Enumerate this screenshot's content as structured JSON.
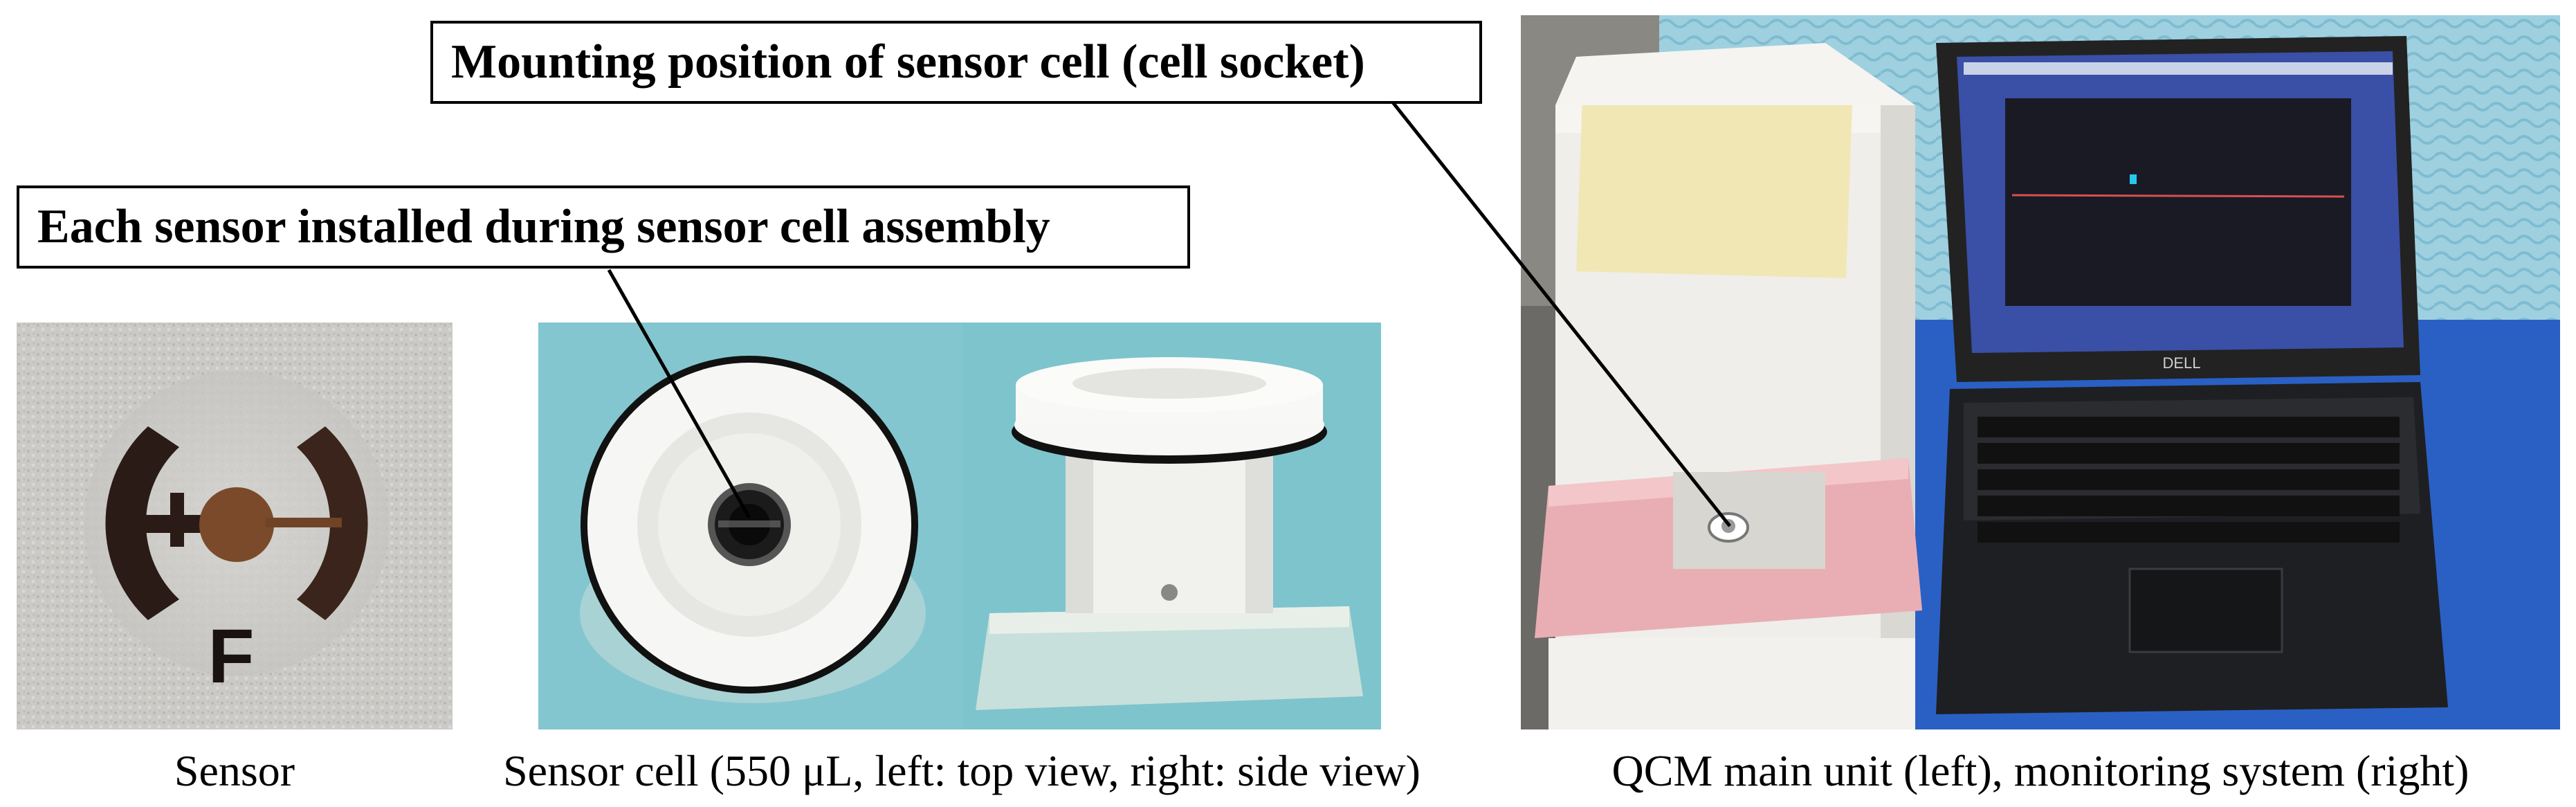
{
  "labels": {
    "mounting_position": "Mounting position of sensor cell (cell socket)",
    "each_sensor": "Each sensor installed during sensor cell assembly"
  },
  "captions": {
    "sensor": "Sensor",
    "sensor_cell": "Sensor cell (550 μL, left: top view, right: side view)",
    "qcm": "QCM main unit (left), monitoring system (right)"
  },
  "sensor_mark": "F",
  "laptop_brand": "DELL",
  "colors": {
    "paper_bg": "#c9c8c3",
    "cell_bg": "#7cc3cc",
    "ptfe_white": "#f4f4f2",
    "qcm_pink": "#e9aeb4",
    "desk_blue": "#1d4fb0",
    "towel_blue": "#9fd0e0"
  }
}
